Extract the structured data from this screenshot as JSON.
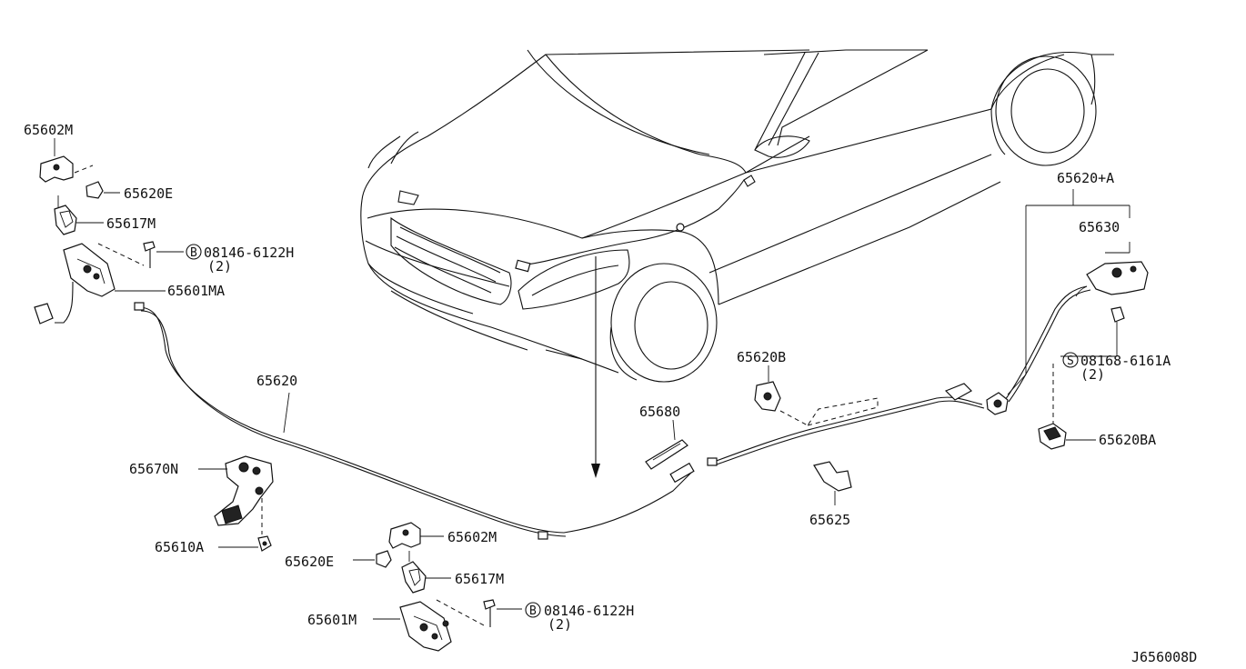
{
  "labels": {
    "p65602m_top": "65602M",
    "p65620e_top": "65620E",
    "p65617m_top": "65617M",
    "bolt_top": "08146-6122H",
    "bolt_top_qty": "(2)",
    "p65601ma": "65601MA",
    "p65620": "65620",
    "p65670n": "65670N",
    "p65610a": "65610A",
    "p65602m_bot": "65602M",
    "p65620e_bot": "65620E",
    "p65617m_bot": "65617M",
    "bolt_bot": "08146-6122H",
    "bolt_bot_qty": "(2)",
    "p65601m": "65601M",
    "p65680": "65680",
    "p65620b": "65620B",
    "p65625": "65625",
    "p65620a": "65620+A",
    "p65630": "65630",
    "screw": "08168-6161A",
    "screw_qty": "(2)",
    "p65620ba": "65620BA",
    "diagram_id": "J656008D"
  },
  "symbols": {
    "bolt_marker": "B",
    "screw_marker": "S"
  }
}
